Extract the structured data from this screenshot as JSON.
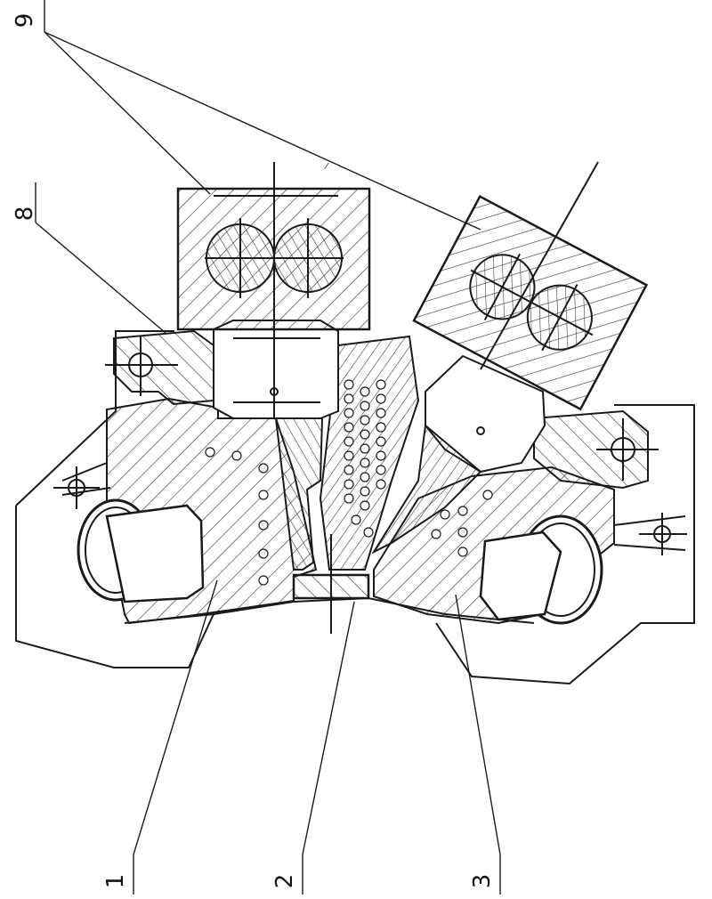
{
  "reference_labels": {
    "label_1": "1",
    "label_2": "2",
    "label_3": "3",
    "label_8": "8",
    "label_9": "9"
  },
  "colors": {
    "line": "#1a1a1a",
    "hatch": "#3a3a3a",
    "paper": "#ffffff"
  }
}
